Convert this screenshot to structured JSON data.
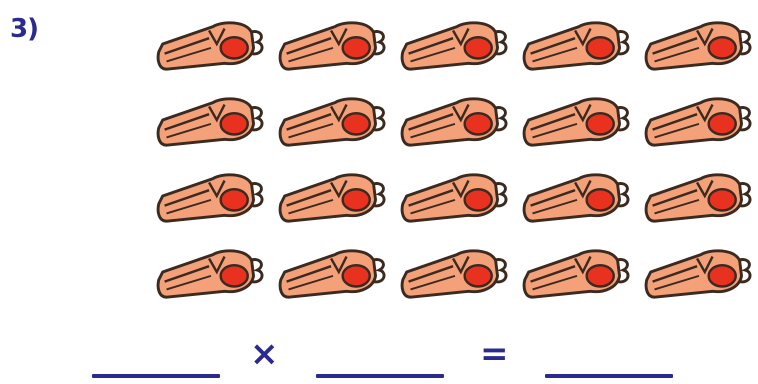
{
  "problem": {
    "number_label": "3)"
  },
  "whistle_grid": {
    "rows": 4,
    "columns": 5,
    "item_icon": "whistle-icon"
  },
  "equation": {
    "times_symbol": "×",
    "equals_symbol": "="
  },
  "colors": {
    "whistle_body": "#f4a079",
    "whistle_outline": "#3a2a20",
    "whistle_ball": "#e8321f",
    "ink_blue": "#2b2b8f"
  }
}
